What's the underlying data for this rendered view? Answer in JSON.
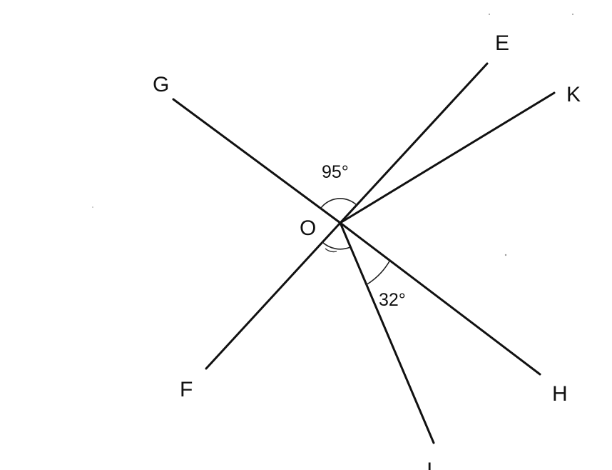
{
  "points": {
    "center": "O",
    "G": "G",
    "E": "E",
    "K": "K",
    "F": "F",
    "H": "H",
    "I": "I"
  },
  "angles": {
    "GOE": "95°",
    "IOH": "32°"
  },
  "colors": {
    "ink": "#111111",
    "background": "#ffffff"
  }
}
